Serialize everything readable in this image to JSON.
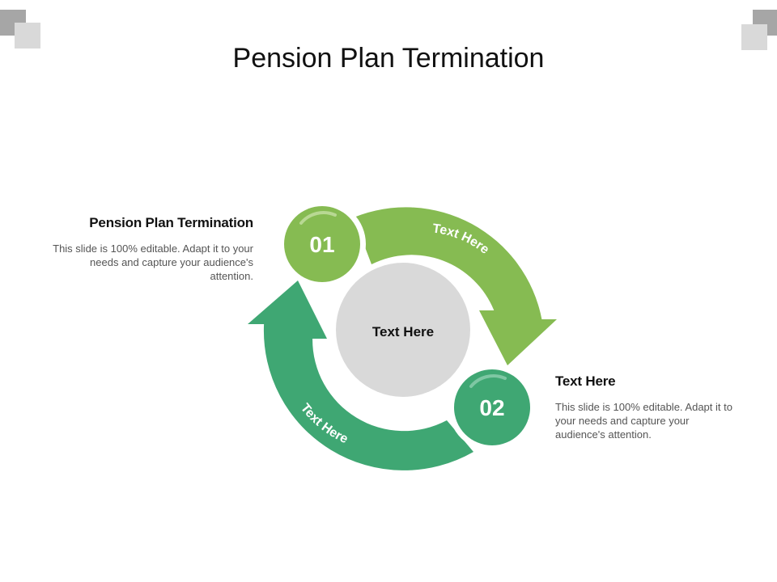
{
  "slide": {
    "title": "Pension Plan Termination"
  },
  "diagram": {
    "center_label": "Text Here",
    "arrow_top_label": "Text Here",
    "arrow_bottom_label": "Text Here",
    "step1_number": "01",
    "step2_number": "02"
  },
  "blocks": {
    "left": {
      "heading": "Pension Plan Termination",
      "body": "This slide is 100% editable. Adapt it to your needs and capture your audience's attention."
    },
    "right": {
      "heading": "Text Here",
      "body": "This slide is 100% editable. Adapt it to your needs and capture your audience's attention."
    }
  },
  "colors": {
    "light_green": "#86bb52",
    "dark_green": "#3fa773",
    "center_gray": "#d9d9d9",
    "corner_dark": "#a6a6a6",
    "corner_light": "#d9d9d9"
  }
}
